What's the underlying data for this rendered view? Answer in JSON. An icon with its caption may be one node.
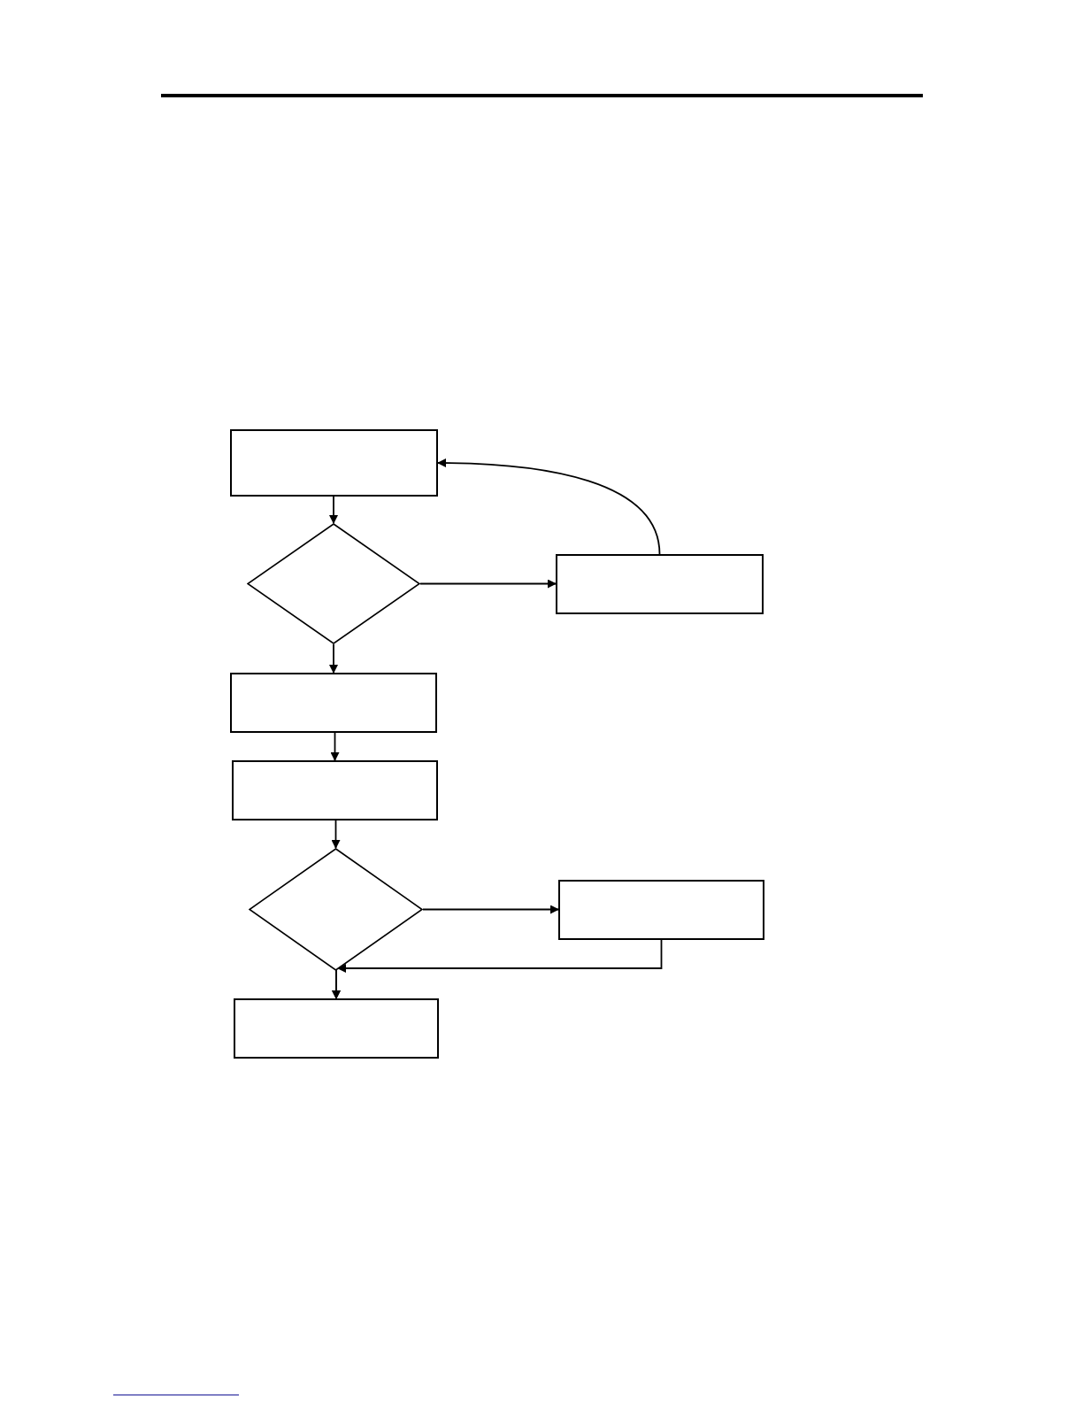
{
  "diagram": {
    "nodes": [
      {
        "text": [],
        "shape": "box"
      },
      {
        "text": [],
        "shape": "diamond"
      },
      {
        "text": [],
        "shape": "box"
      },
      {
        "text": [],
        "shape": "box"
      },
      {
        "text": [],
        "shape": "box"
      },
      {
        "text": [],
        "shape": "diamond"
      },
      {
        "text": [],
        "shape": "box"
      },
      {
        "text": [],
        "shape": "box"
      }
    ],
    "edges": [
      {
        "from": 0,
        "to": 1,
        "arrow": "to"
      },
      {
        "from": 1,
        "to": 2,
        "arrow": "to"
      },
      {
        "from": 2,
        "to": 0,
        "arrow": "to"
      },
      {
        "from": 1,
        "to": 3,
        "arrow": "to"
      },
      {
        "from": 3,
        "to": 4,
        "arrow": "to"
      },
      {
        "from": 4,
        "to": 5,
        "arrow": "to"
      },
      {
        "from": 5,
        "to": 6,
        "arrow": "to"
      },
      {
        "from": 5,
        "to": 7,
        "arrow": "to"
      },
      {
        "from": 6,
        "to": 7,
        "arrow": "to"
      }
    ]
  }
}
